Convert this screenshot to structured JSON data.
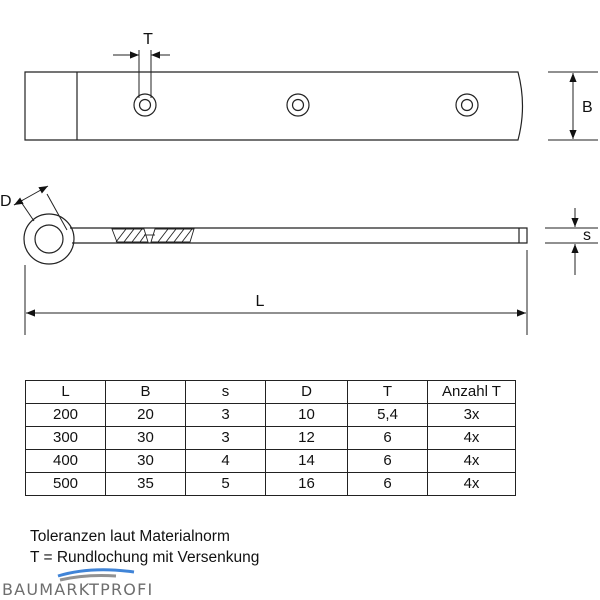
{
  "drawing": {
    "labels": {
      "t": "T",
      "b": "B",
      "d": "D",
      "s": "s",
      "l": "L"
    }
  },
  "table": {
    "headers": [
      "L",
      "B",
      "s",
      "D",
      "T",
      "Anzahl T"
    ],
    "rows": [
      [
        "200",
        "20",
        "3",
        "10",
        "5,4",
        "3x"
      ],
      [
        "300",
        "30",
        "3",
        "12",
        "6",
        "4x"
      ],
      [
        "400",
        "30",
        "4",
        "14",
        "6",
        "4x"
      ],
      [
        "500",
        "35",
        "5",
        "16",
        "6",
        "4x"
      ]
    ]
  },
  "notes": {
    "line1": "Toleranzen laut Materialnorm",
    "line2": "T = Rundlochung mit Versenkung"
  },
  "watermark": {
    "text": "BAUMARKTPROFI",
    "color": "#1e6fd0"
  }
}
